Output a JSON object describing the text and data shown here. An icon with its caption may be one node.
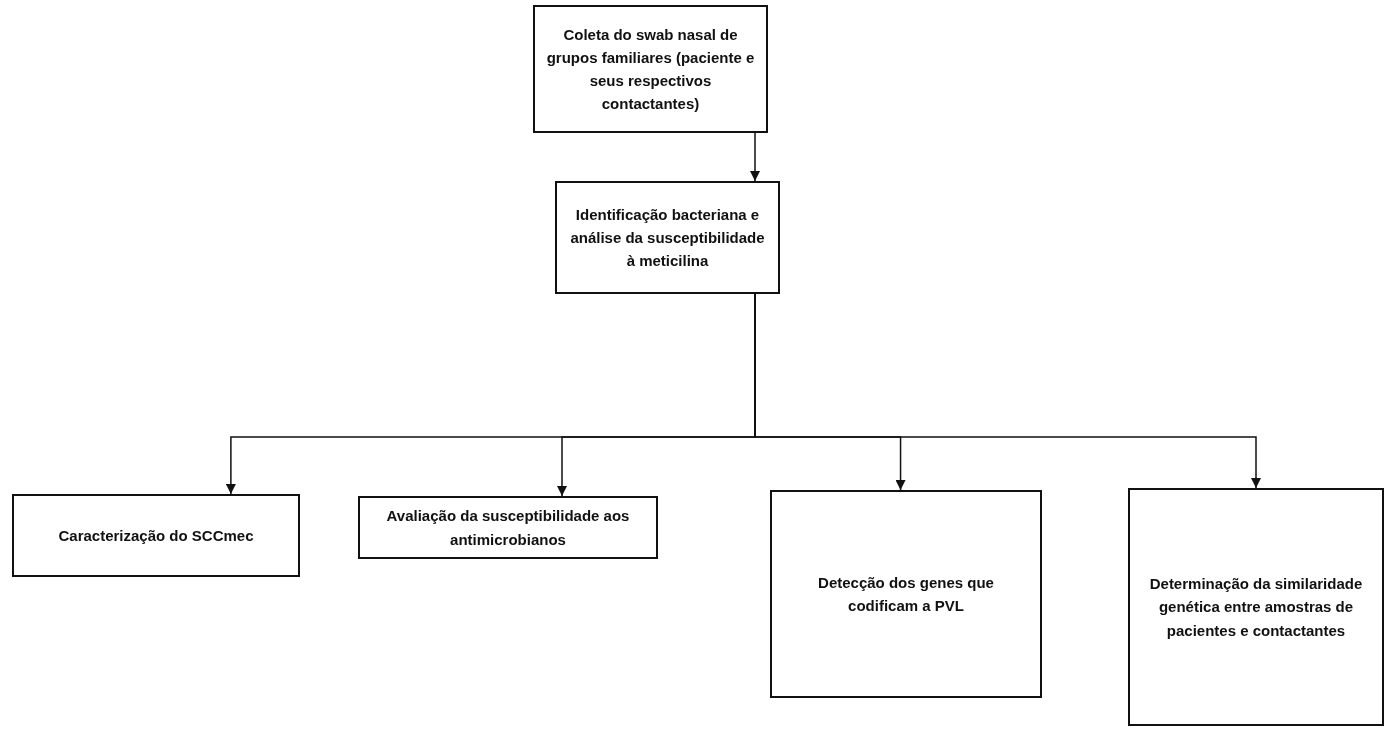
{
  "diagram": {
    "nodes": [
      {
        "text": [
          "Coleta do swab nasal de grupos familiares (paciente e seus respectivos contactantes)"
        ]
      },
      {
        "text": [
          "Identificação bacteriana e análise da susceptibilidade à meticilina"
        ]
      },
      {
        "text": [
          "Caracterização do SCCmec"
        ]
      },
      {
        "text": [
          "Avaliação da susceptibilidade aos antimicrobianos"
        ]
      },
      {
        "text": [
          "Detecção dos genes que codificam a PVL"
        ]
      },
      {
        "text": [
          "Determinação da similaridade genética entre amostras de pacientes e contactantes"
        ]
      }
    ],
    "edges": [
      {
        "from": 0,
        "to": 1,
        "arrow": "to"
      },
      {
        "from": 1,
        "to": 2,
        "arrow": "to"
      },
      {
        "from": 1,
        "to": 3,
        "arrow": "to"
      },
      {
        "from": 1,
        "to": 4,
        "arrow": "to"
      },
      {
        "from": 1,
        "to": 5,
        "arrow": "to"
      }
    ]
  }
}
